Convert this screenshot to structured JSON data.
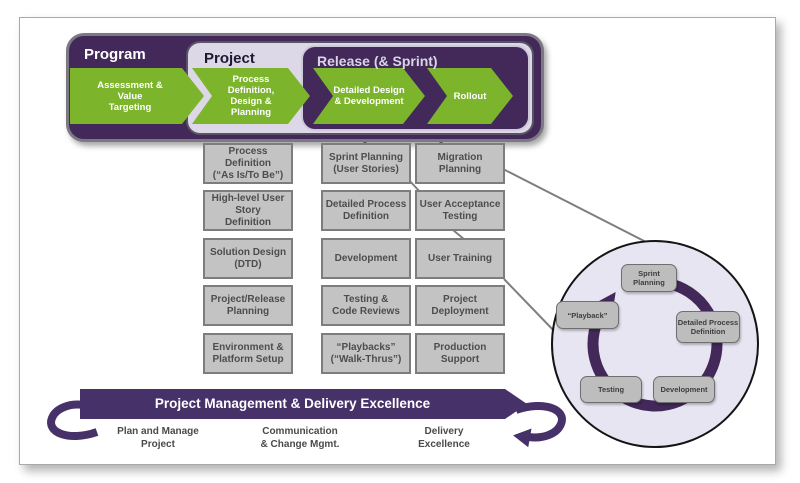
{
  "palette": {
    "dark_purple": "#42295a",
    "violet": "#473169",
    "green": "#7cb42c",
    "lavender_panel": "#dcd8e8",
    "lavender_circle": "#e8e5f2",
    "box_gray": "#c3c3c3",
    "box_border": "#7d7d7d",
    "line_gray": "#7f7f7f"
  },
  "top_banner": {
    "program_label": "Program",
    "project_label": "Project",
    "release_label": "Release (& Sprint)",
    "chevrons": [
      {
        "label": "Assessment &\nValue\nTargeting"
      },
      {
        "label": "Process\nDefinition,\nDesign &\nPlanning"
      },
      {
        "label": "Detailed Design\n& Development"
      },
      {
        "label": "Rollout"
      }
    ]
  },
  "grid": {
    "columns": [
      {
        "items": [
          "Process\nDefinition\n(“As Is/To Be”)",
          "High-level User\nStory\nDefinition",
          "Solution Design\n(DTD)",
          "Project/Release\nPlanning",
          "Environment &\nPlatform Setup"
        ]
      },
      {
        "items": [
          "Sprint Planning\n(User Stories)",
          "Detailed Process\nDefinition",
          "Development",
          "Testing &\nCode Reviews",
          "“Playbacks”\n(“Walk-Thrus”)"
        ]
      },
      {
        "items": [
          "Migration\nPlanning",
          "User Acceptance\nTesting",
          "User Training",
          "Project\nDeployment",
          "Production\nSupport"
        ]
      }
    ]
  },
  "sprint_cycle": {
    "items": [
      "Sprint Planning",
      "Detailed Process\nDefinition",
      "Development",
      "Testing",
      "“Playback”"
    ]
  },
  "bottom_banner": {
    "title": "Project Management & Delivery Excellence",
    "labels": [
      "Plan and Manage\nProject",
      "Communication\n& Change Mgmt.",
      "Delivery\nExcellence"
    ]
  }
}
